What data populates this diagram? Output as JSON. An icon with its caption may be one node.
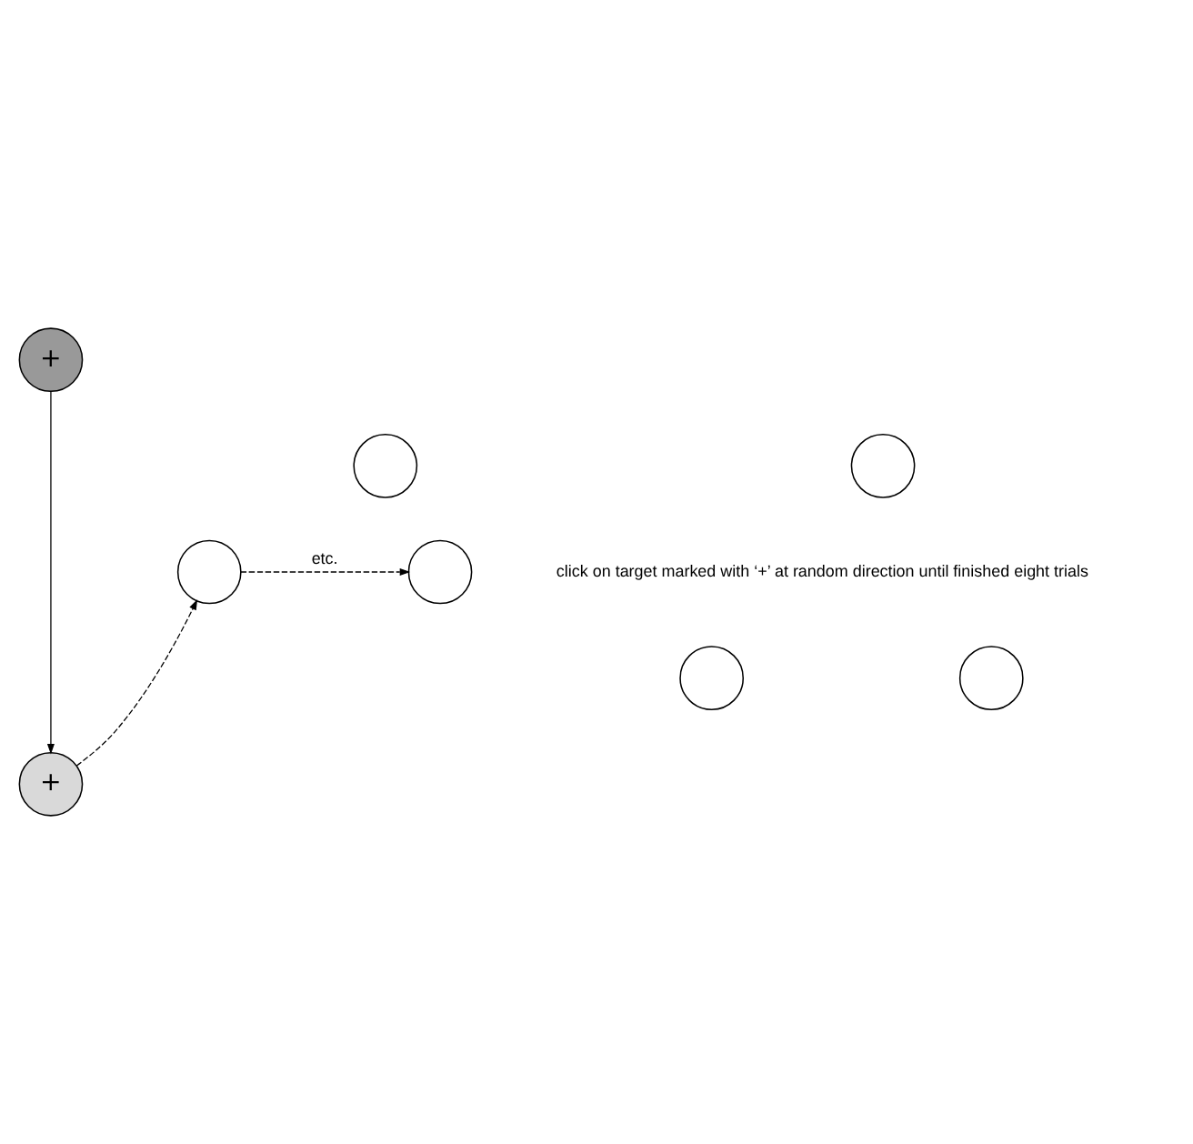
{
  "diagram": {
    "nodes": [
      {
        "text": [
          "+"
        ]
      },
      {
        "text": [],
        "shape": "circle"
      },
      {
        "text": [],
        "shape": "circle"
      },
      {
        "text": [],
        "shape": "circle"
      },
      {
        "text": [],
        "shape": "circle"
      },
      {
        "text": [],
        "shape": "circle"
      },
      {
        "text": [],
        "shape": "circle"
      },
      {
        "text": [
          "+"
        ]
      }
    ],
    "edges": [
      {
        "from": 0,
        "to": 7,
        "arrow": "to"
      },
      {
        "from": 7,
        "to": 4,
        "arrow": "to",
        "style": "dashed"
      },
      {
        "from": 4,
        "to": 3,
        "arrow": "to",
        "style": "dashed",
        "label": "etc."
      }
    ],
    "labels": [
      "click on target marked with ‘+’ at random direction until finished eight trials"
    ]
  }
}
